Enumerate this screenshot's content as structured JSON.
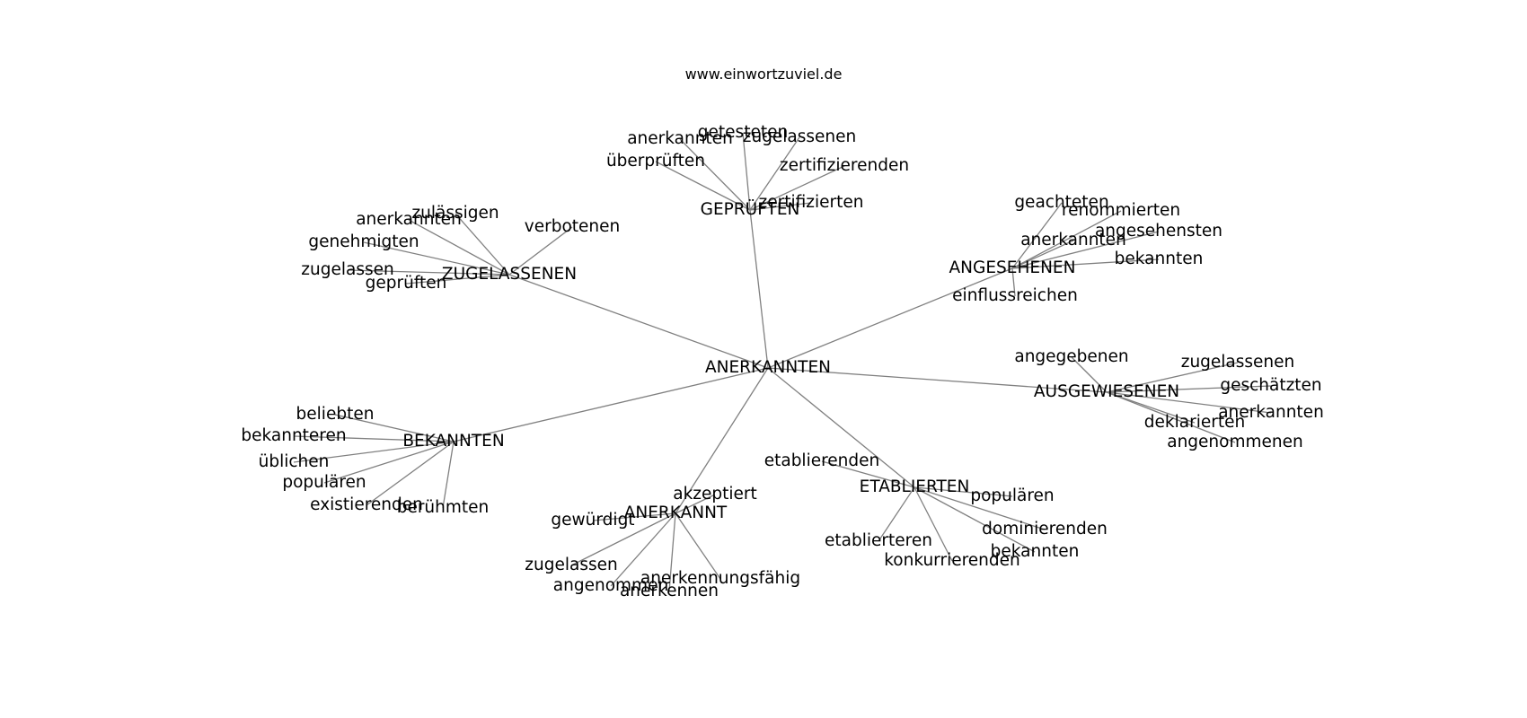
{
  "header": {
    "site_url": "www.einwortzuviel.de"
  },
  "graph": {
    "root": "ANERKANNTEN",
    "clusters": [
      {
        "hub": "GEPRÜFTEN",
        "leaves": [
          "getesteten",
          "anerkannten",
          "zugelassenen",
          "überprüften",
          "zertifizierenden",
          "zertifizierten"
        ]
      },
      {
        "hub": "ZUGELASSENEN",
        "leaves": [
          "zulässigen",
          "anerkannten",
          "verbotenen",
          "genehmigten",
          "zugelassen",
          "geprüften"
        ]
      },
      {
        "hub": "ANGESEHENEN",
        "leaves": [
          "geachteten",
          "renommierten",
          "angesehensten",
          "anerkannten",
          "bekannten",
          "einflussreichen"
        ]
      },
      {
        "hub": "AUSGEWIESENEN",
        "leaves": [
          "angegebenen",
          "zugelassenen",
          "geschätzten",
          "anerkannten",
          "deklarierten",
          "angenommenen"
        ]
      },
      {
        "hub": "BEKANNTEN",
        "leaves": [
          "beliebten",
          "bekannteren",
          "üblichen",
          "populären",
          "existierenden",
          "berühmten"
        ]
      },
      {
        "hub": "ANERKANNT",
        "leaves": [
          "akzeptiert",
          "gewürdigt",
          "zugelassen",
          "angenommen",
          "anerkennungsfähig",
          "anerkennen"
        ]
      },
      {
        "hub": "ETABLIERTEN",
        "leaves": [
          "etablierenden",
          "populären",
          "dominierenden",
          "etablierteren",
          "konkurrierenden",
          "bekannten"
        ]
      }
    ]
  }
}
